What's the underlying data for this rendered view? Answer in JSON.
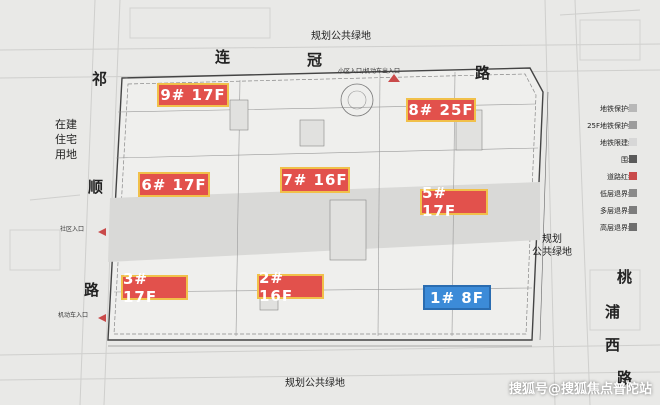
{
  "roads": {
    "north_chars": [
      "连",
      "冠",
      "路"
    ],
    "west_chars": [
      "祁",
      "顺",
      "路"
    ],
    "east_chars": [
      "桃",
      "浦",
      "西",
      "路"
    ]
  },
  "labels": {
    "green_top": "规划公共绿地",
    "green_bottom": "规划公共绿地",
    "green_east": "规划\n公共绿地",
    "construction_west": "在建\n住宅\n用地",
    "entrance_north": "小区入口/机动车出入口",
    "entrance_west_1": "社区入口",
    "entrance_west_2": "机动车入口"
  },
  "buildings": [
    {
      "label": "9# 17F",
      "color": "red"
    },
    {
      "label": "8# 25F",
      "color": "red"
    },
    {
      "label": "6# 17F",
      "color": "red"
    },
    {
      "label": "7# 16F",
      "color": "red"
    },
    {
      "label": "5# 17F",
      "color": "red"
    },
    {
      "label": "3# 17F",
      "color": "red"
    },
    {
      "label": "2# 16F",
      "color": "red"
    },
    {
      "label": "1# 8F",
      "color": "blue"
    }
  ],
  "legend": [
    {
      "label": "地铁保护线",
      "swatch": "#b8b8b8"
    },
    {
      "label": "25F地铁保护线",
      "swatch": "#9c9c9c"
    },
    {
      "label": "地铁限建线",
      "swatch": "#d7d7d7"
    },
    {
      "label": "围墙",
      "swatch": "#5a5a5a"
    },
    {
      "label": "道路红线",
      "swatch": "#c94a4a"
    },
    {
      "label": "低层退界线",
      "swatch": "#8a8a8a"
    },
    {
      "label": "多层退界线",
      "swatch": "#7d7d7d"
    },
    {
      "label": "高层退界线",
      "swatch": "#6e6e6e"
    }
  ],
  "watermark": "搜狐号@搜狐焦点普陀站",
  "colors": {
    "building_red": "#e2514c",
    "building_border": "#f1c04a",
    "building_blue": "#3c8bd8"
  }
}
